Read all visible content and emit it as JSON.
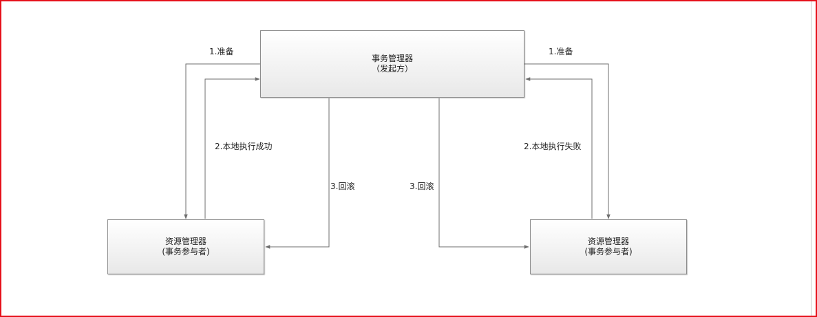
{
  "nodes": {
    "coordinator": {
      "title": "事务管理器",
      "subtitle": "（发起方）"
    },
    "participant_left": {
      "title": "资源管理器",
      "subtitle": "(事务参与者)"
    },
    "participant_right": {
      "title": "资源管理器",
      "subtitle": "(事务参与者)"
    }
  },
  "edges": {
    "prepare_left": "1.准备",
    "prepare_right": "1.准备",
    "success_left": "2.本地执行成功",
    "fail_right": "2.本地执行失败",
    "rollback_left": "3.回滚",
    "rollback_right": "3.回滚"
  },
  "colors": {
    "frame": "#e5101a",
    "line": "#6e6e6e",
    "node_border": "#8c8c8c"
  }
}
